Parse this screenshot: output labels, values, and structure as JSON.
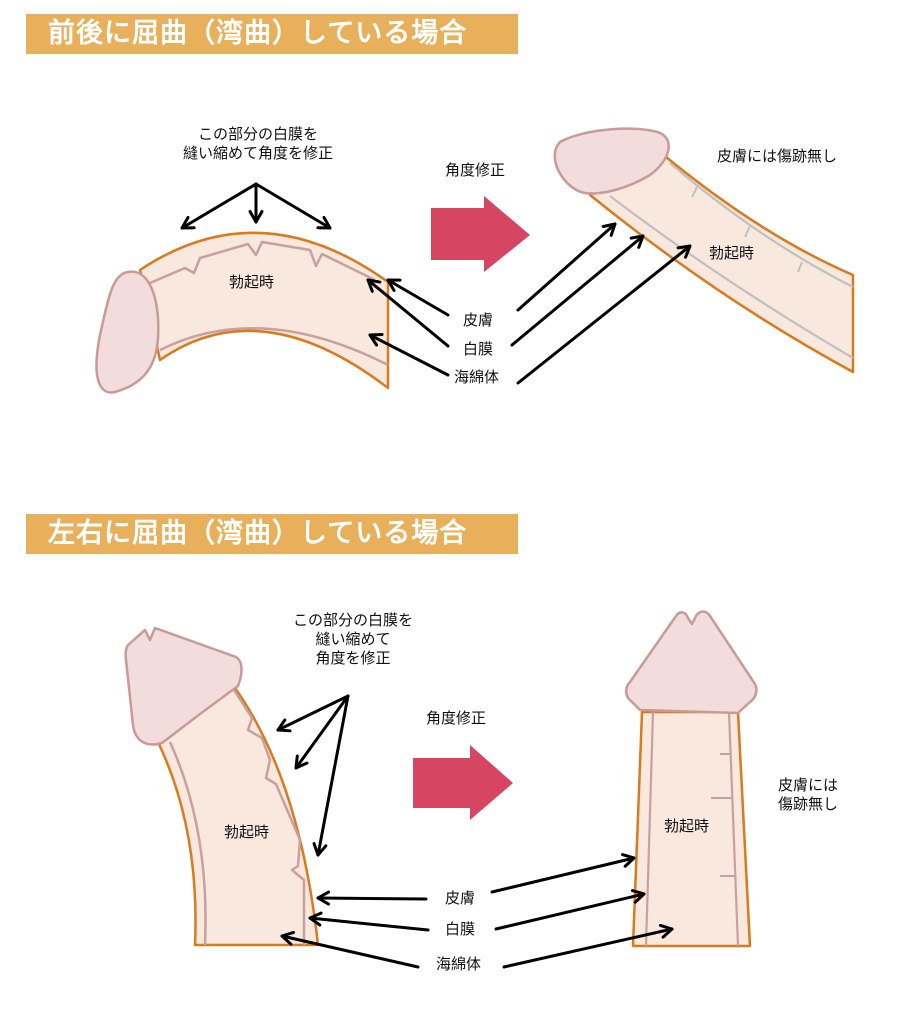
{
  "colors": {
    "banner": "#e9b05c",
    "banner_text": "#ffffff",
    "skin_fill": "#f8e8dd",
    "skin_stroke": "#d97a1f",
    "glans_fill": "#f3dcdc",
    "glans_stroke": "#c99a9a",
    "tunica_stroke": "#c9a0a0",
    "tunica_corrected_stroke": "#c0c0c0",
    "arrow_red": "#d64562",
    "pointer": "#000000"
  },
  "sections": [
    {
      "title": "前後に屈曲（湾曲）している場合",
      "suture_note_lines": [
        "この部分の白膜を",
        "縫い縮めて角度を修正"
      ],
      "before_label": "勃起時",
      "correction_label": "角度修正",
      "after_label": "勃起時",
      "after_note_lines": [
        "皮膚には傷跡無し"
      ],
      "layers": [
        "皮膚",
        "白膜",
        "海綿体"
      ]
    },
    {
      "title": "左右に屈曲（湾曲）している場合",
      "suture_note_lines": [
        "この部分の白膜を",
        "縫い縮めて",
        "角度を修正"
      ],
      "before_label": "勃起時",
      "correction_label": "角度修正",
      "after_label": "勃起時",
      "after_note_lines": [
        "皮膚には",
        "傷跡無し"
      ],
      "layers": [
        "皮膚",
        "白膜",
        "海綿体"
      ]
    }
  ]
}
